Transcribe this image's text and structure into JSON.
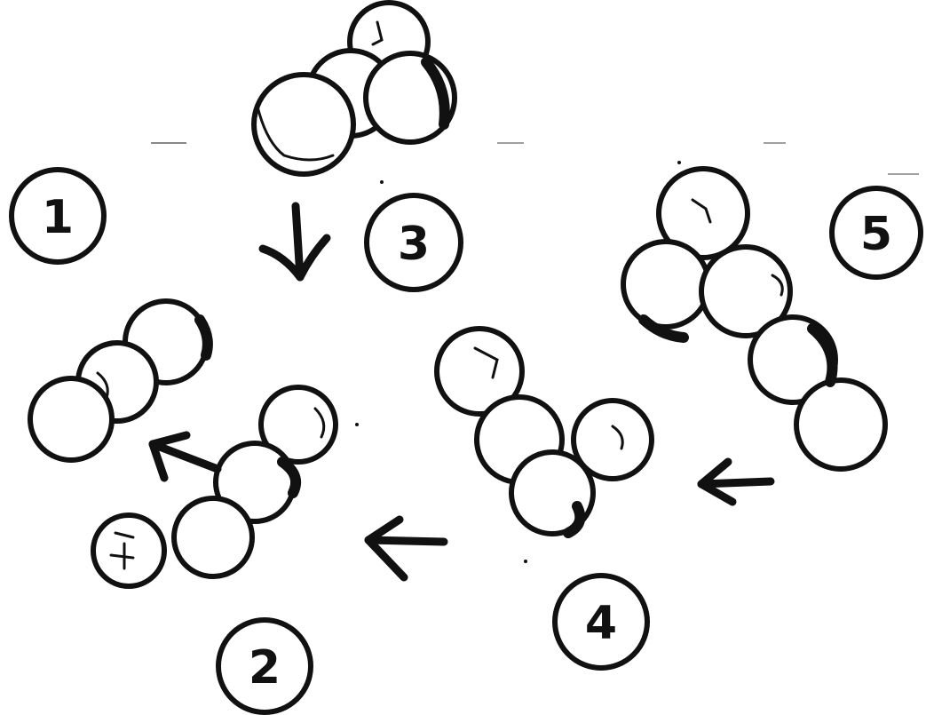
{
  "diagram": {
    "stages": [
      {
        "label": "1"
      },
      {
        "label": "2"
      },
      {
        "label": "3"
      },
      {
        "label": "4"
      },
      {
        "label": "5"
      }
    ]
  }
}
